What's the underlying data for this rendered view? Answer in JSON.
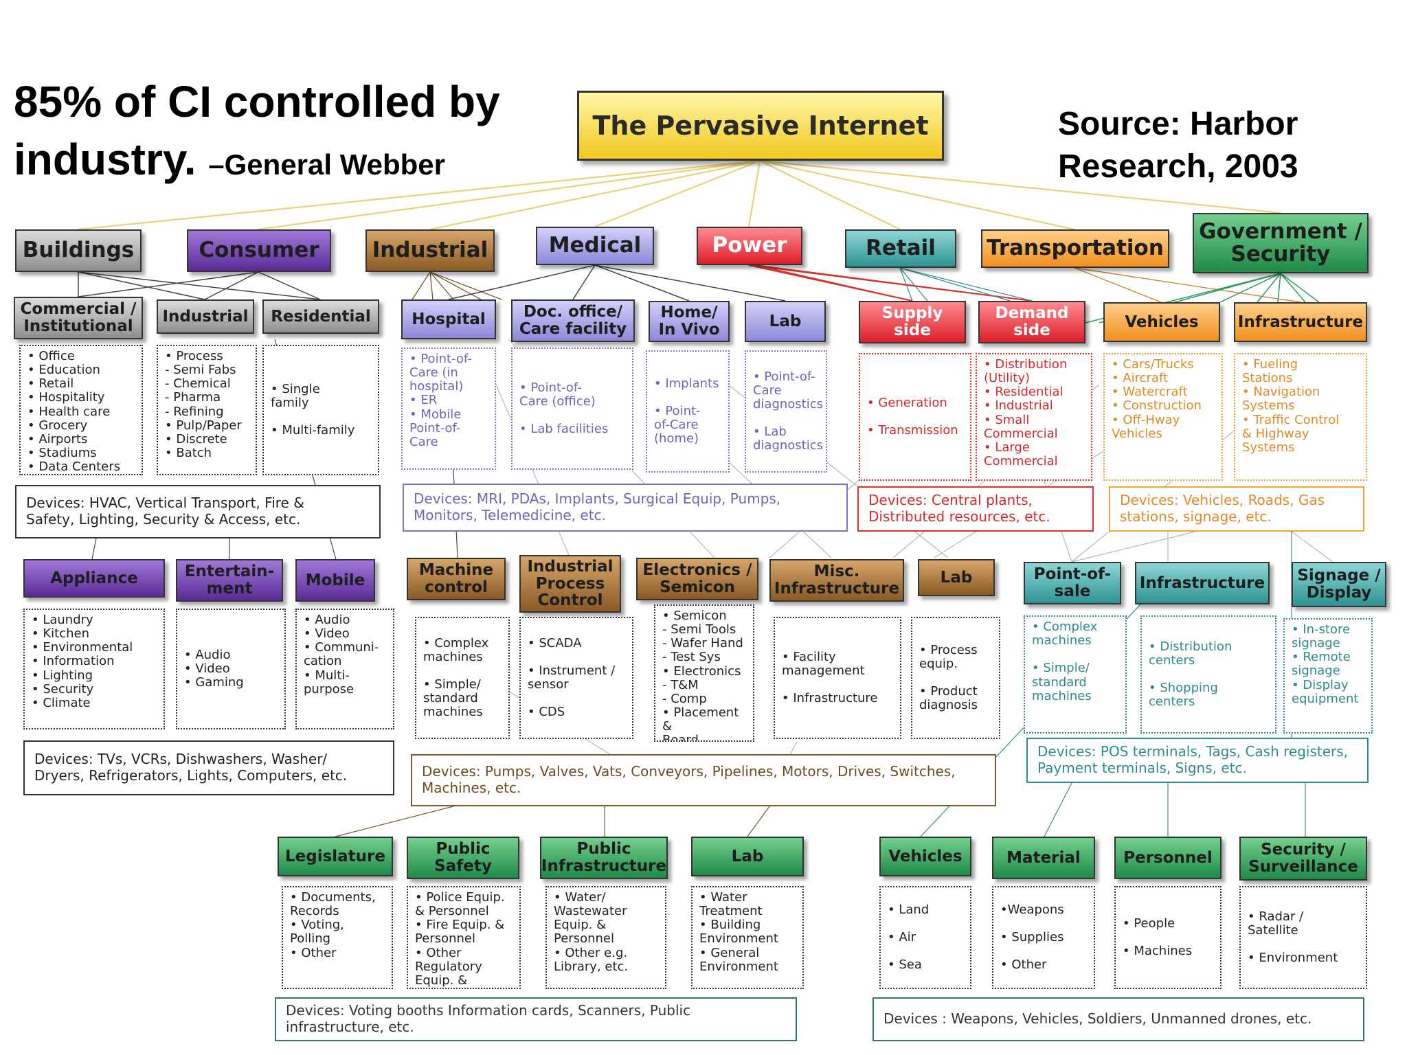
{
  "quote": {
    "main": "85% of CI controlled by\nindustry. ",
    "attribution": "–General Webber"
  },
  "source": "Source: Harbor\nResearch, 2003",
  "root": "The Pervasive Internet",
  "colors": {
    "yellow": "#f2c81f",
    "gray": "#9a9a9a",
    "purple": "#7b4bb0",
    "brown": "#a0703a",
    "lavender": "#9d9be0",
    "red": "#e8333a",
    "teal": "#3fa6a6",
    "orange": "#f5a338",
    "green": "#2f9a57",
    "line_yellow": "#e8d27a",
    "line_red": "#d9302c",
    "line_green": "#2a9d5a"
  },
  "nodes": [
    {
      "id": "cat-buildings",
      "type": "cat",
      "text": "Buildings",
      "color": "gray"
    },
    {
      "id": "cat-consumer",
      "type": "cat",
      "text": "Consumer",
      "color": "purple"
    },
    {
      "id": "cat-industrial",
      "type": "cat",
      "text": "Industrial",
      "color": "brown"
    },
    {
      "id": "cat-medical",
      "type": "cat",
      "text": "Medical",
      "color": "lavender"
    },
    {
      "id": "cat-power",
      "type": "cat",
      "text": "Power",
      "color": "red"
    },
    {
      "id": "cat-retail",
      "type": "cat",
      "text": "Retail",
      "color": "teal"
    },
    {
      "id": "cat-transportation",
      "type": "cat",
      "text": "Transportation",
      "color": "orange"
    },
    {
      "id": "cat-government",
      "type": "cat",
      "text": "Government /\nSecurity",
      "color": "green"
    },
    {
      "id": "sub-commercial",
      "type": "sub",
      "text": "Commercial /\nInstitutional",
      "color": "gray"
    },
    {
      "id": "sub-bindustrial",
      "type": "sub",
      "text": "Industrial",
      "color": "gray"
    },
    {
      "id": "sub-residential",
      "type": "sub",
      "text": "Residential",
      "color": "gray"
    },
    {
      "id": "sub-hospital",
      "type": "sub",
      "text": "Hospital",
      "color": "lavender"
    },
    {
      "id": "sub-doc",
      "type": "sub",
      "text": "Doc. office/\nCare facility",
      "color": "lavender"
    },
    {
      "id": "sub-home",
      "type": "sub",
      "text": "Home/\nIn Vivo",
      "color": "lavender"
    },
    {
      "id": "sub-mlab",
      "type": "sub",
      "text": "Lab",
      "color": "lavender"
    },
    {
      "id": "sub-supply",
      "type": "sub",
      "text": "Supply\nside",
      "color": "red"
    },
    {
      "id": "sub-demand",
      "type": "sub",
      "text": "Demand\nside",
      "color": "red"
    },
    {
      "id": "sub-vehicles",
      "type": "sub",
      "text": "Vehicles",
      "color": "orange"
    },
    {
      "id": "sub-tinfra",
      "type": "sub",
      "text": "Infrastructure",
      "color": "orange"
    },
    {
      "id": "sub-appliance",
      "type": "sub",
      "text": "Appliance",
      "color": "purple"
    },
    {
      "id": "sub-entertain",
      "type": "sub",
      "text": "Entertain-\nment",
      "color": "purple"
    },
    {
      "id": "sub-mobile",
      "type": "sub",
      "text": "Mobile",
      "color": "purple"
    },
    {
      "id": "sub-machine",
      "type": "sub",
      "text": "Machine\ncontrol",
      "color": "brown"
    },
    {
      "id": "sub-process",
      "type": "sub",
      "text": "Industrial\nProcess\nControl",
      "color": "brown"
    },
    {
      "id": "sub-electronics",
      "type": "sub",
      "text": "Electronics /\nSemicon",
      "color": "brown"
    },
    {
      "id": "sub-misc",
      "type": "sub",
      "text": "Misc.\nInfrastructure",
      "color": "brown"
    },
    {
      "id": "sub-ilab",
      "type": "sub",
      "text": "Lab",
      "color": "brown"
    },
    {
      "id": "sub-pos",
      "type": "sub",
      "text": "Point-of-\nsale",
      "color": "teal"
    },
    {
      "id": "sub-rinfra",
      "type": "sub",
      "text": "Infrastructure",
      "color": "teal"
    },
    {
      "id": "sub-signage",
      "type": "sub",
      "text": "Signage /\nDisplay",
      "color": "teal"
    },
    {
      "id": "sub-legislature",
      "type": "sub",
      "text": "Legislature",
      "color": "green"
    },
    {
      "id": "sub-psafety",
      "type": "sub",
      "text": "Public\nSafety",
      "color": "green"
    },
    {
      "id": "sub-pinfra",
      "type": "sub",
      "text": "Public\nInfrastructure",
      "color": "green"
    },
    {
      "id": "sub-glab",
      "type": "sub",
      "text": "Lab",
      "color": "green"
    },
    {
      "id": "sub-gvehicles",
      "type": "sub",
      "text": "Vehicles",
      "color": "green"
    },
    {
      "id": "sub-material",
      "type": "sub",
      "text": "Material",
      "color": "green"
    },
    {
      "id": "sub-personnel",
      "type": "sub",
      "text": "Personnel",
      "color": "green"
    },
    {
      "id": "sub-surveillance",
      "type": "sub",
      "text": "Security /\nSurveillance",
      "color": "green"
    },
    {
      "id": "box-commercial",
      "type": "box",
      "text": "• Office\n• Education\n• Retail\n• Hospitality\n• Health care\n• Grocery\n• Airports\n• Stadiums\n• Data Centers",
      "color": "black"
    },
    {
      "id": "box-bindustrial",
      "type": "box",
      "text": "• Process\n  - Semi Fabs\n  - Chemical\n  - Pharma\n  - Refining\n• Pulp/Paper\n• Discrete\n• Batch",
      "color": "black"
    },
    {
      "id": "box-residential",
      "type": "box",
      "text": "• Single\n  family\n\n• Multi-family",
      "color": "black"
    },
    {
      "id": "box-hospital",
      "type": "box",
      "text": "• Point-of-\n  Care (in\n  hospital)\n• ER\n• Mobile\n  Point-of-\n  Care",
      "color": "lavender"
    },
    {
      "id": "box-doc",
      "type": "box",
      "text": "• Point-of-\n  Care (office)\n\n• Lab facilities",
      "color": "lavender"
    },
    {
      "id": "box-home",
      "type": "box",
      "text": "• Implants\n\n• Point-\n  of-Care\n  (home)",
      "color": "lavender"
    },
    {
      "id": "box-mlab",
      "type": "box",
      "text": "• Point-of-\n  Care\n  diagnostics\n\n• Lab\n  diagnostics",
      "color": "lavender"
    },
    {
      "id": "box-supply",
      "type": "box",
      "text": "• Generation\n\n• Transmission",
      "color": "red"
    },
    {
      "id": "box-demand",
      "type": "box",
      "text": "• Distribution\n  (Utility)\n• Residential\n• Industrial\n• Small\n  Commercial\n• Large\n  Commercial",
      "color": "red"
    },
    {
      "id": "box-vehicles",
      "type": "box",
      "text": "• Cars/Trucks\n• Aircraft\n• Watercraft\n• Construction\n• Off-Hway\n  Vehicles",
      "color": "orange"
    },
    {
      "id": "box-tinfra",
      "type": "box",
      "text": "• Fueling\n  Stations\n• Navigation\n  Systems\n• Traffic Control\n  & Highway\n  Systems",
      "color": "orange"
    },
    {
      "id": "dev-buildings",
      "type": "dev",
      "text": "Devices: HVAC, Vertical Transport, Fire &\n   Safety, Lighting, Security & Access, etc.",
      "color": "black"
    },
    {
      "id": "dev-medical",
      "type": "dev",
      "text": "Devices: MRI, PDAs, Implants, Surgical Equip, Pumps,\n   Monitors, Telemedicine, etc.",
      "color": "lavender"
    },
    {
      "id": "dev-power",
      "type": "dev",
      "text": "Devices: Central plants,\n   Distributed resources, etc.",
      "color": "red"
    },
    {
      "id": "dev-transport",
      "type": "dev",
      "text": "Devices: Vehicles, Roads, Gas\n   stations, signage, etc.",
      "color": "orange"
    },
    {
      "id": "box-appliance",
      "type": "box",
      "text": "• Laundry\n• Kitchen\n• Environmental\n• Information\n• Lighting\n• Security\n• Climate",
      "color": "black"
    },
    {
      "id": "box-entertain",
      "type": "box",
      "text": "• Audio\n• Video\n• Gaming",
      "color": "black"
    },
    {
      "id": "box-mobile",
      "type": "box",
      "text": "• Audio\n• Video\n• Communi-\n  cation\n• Multi-\n  purpose",
      "color": "black"
    },
    {
      "id": "box-machine",
      "type": "box",
      "text": "• Complex\n  machines\n\n• Simple/\n  standard\n  machines",
      "color": "black"
    },
    {
      "id": "box-process",
      "type": "box",
      "text": "• SCADA\n\n• Instrument /\n  sensor\n\n• CDS",
      "color": "black"
    },
    {
      "id": "box-electronics",
      "type": "box",
      "text": "• Semicon\n  - Semi Tools\n  - Wafer Hand\n  - Test Sys\n• Electronics\n  - T&M\n  - Comp\n• Placement &\n  Board\n  Assembly",
      "color": "black"
    },
    {
      "id": "box-misc",
      "type": "box",
      "text": "• Facility\n  management\n\n• Infrastructure",
      "color": "black"
    },
    {
      "id": "box-ilab",
      "type": "box",
      "text": "• Process\n  equip.\n\n• Product\n  diagnosis",
      "color": "black"
    },
    {
      "id": "box-pos",
      "type": "box",
      "text": "• Complex\n  machines\n\n• Simple/\n  standard\n  machines",
      "color": "teal"
    },
    {
      "id": "box-rinfra",
      "type": "box",
      "text": "• Distribution\n  centers\n\n• Shopping\n  centers",
      "color": "teal"
    },
    {
      "id": "box-signage",
      "type": "box",
      "text": "• In-store\n  signage\n• Remote\n  signage\n• Display\n  equipment",
      "color": "teal"
    },
    {
      "id": "dev-consumer",
      "type": "dev",
      "text": "Devices: TVs, VCRs, Dishwashers, Washer/\n   Dryers, Refrigerators, Lights, Computers, etc.",
      "color": "black"
    },
    {
      "id": "dev-retail",
      "type": "dev",
      "text": "Devices: POS terminals, Tags, Cash registers,\n   Payment terminals, Signs, etc.",
      "color": "teal"
    },
    {
      "id": "dev-industrial",
      "type": "dev",
      "text": "Devices: Pumps, Valves, Vats, Conveyors, Pipelines, Motors, Drives, Switches,\n   Machines, etc.",
      "color": "brown"
    },
    {
      "id": "box-legislature",
      "type": "box",
      "text": "• Documents,\n  Records\n• Voting,\n  Polling\n• Other",
      "color": "black"
    },
    {
      "id": "box-psafety",
      "type": "box",
      "text": "• Police Equip.\n  & Personnel\n• Fire Equip. &\n  Personnel\n• Other\n  Regulatory\n  Equip. &\n  Personnel",
      "color": "black"
    },
    {
      "id": "box-pinfra",
      "type": "box",
      "text": "• Water/\n  Wastewater\n  Equip. &\n  Personnel\n• Other e.g.\n  Library, etc.",
      "color": "black"
    },
    {
      "id": "box-glab",
      "type": "box",
      "text": "• Water\n  Treatment\n• Building\n  Environment\n• General\n  Environment",
      "color": "black"
    },
    {
      "id": "box-gvehicles",
      "type": "box",
      "text": "• Land\n\n• Air\n\n• Sea",
      "color": "black"
    },
    {
      "id": "box-material",
      "type": "box",
      "text": "•Weapons\n\n• Supplies\n\n• Other",
      "color": "black"
    },
    {
      "id": "box-personnel",
      "type": "box",
      "text": "• People\n\n• Machines",
      "color": "black"
    },
    {
      "id": "box-surveillance",
      "type": "box",
      "text": "• Radar /\n  Satellite\n\n• Environment",
      "color": "black"
    },
    {
      "id": "dev-gov1",
      "type": "dev",
      "text": "Devices: Voting booths Information cards, Scanners, Public\n   infrastructure, etc.",
      "color": "green"
    },
    {
      "id": "dev-gov2",
      "type": "dev",
      "text": "Devices : Weapons, Vehicles, Soldiers, Unmanned drones, etc.",
      "color": "green"
    }
  ]
}
